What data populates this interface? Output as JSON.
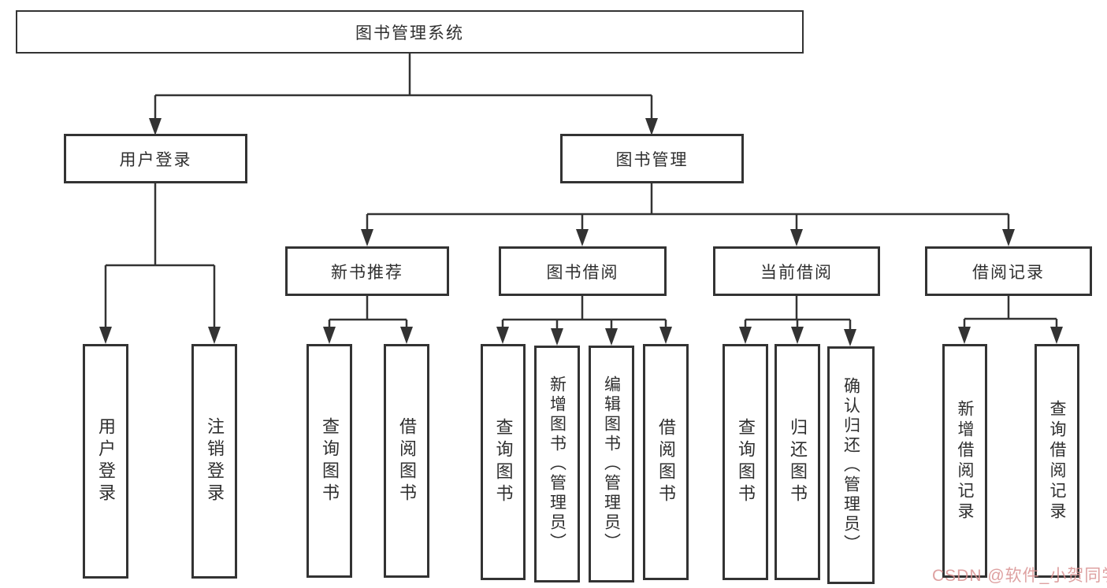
{
  "tree": {
    "root_label": "图书管理系统",
    "user_login": {
      "label": "用户登录",
      "children": [
        "用户登录",
        "注销登录"
      ]
    },
    "book_management": {
      "label": "图书管理"
    },
    "groups": [
      {
        "label": "新书推荐",
        "children": [
          "查询图书",
          "借阅图书"
        ]
      },
      {
        "label": "图书借阅",
        "children": [
          "查询图书",
          "新增图书（管理员）",
          "编辑图书（管理员）",
          "借阅图书"
        ]
      },
      {
        "label": "当前借阅",
        "children": [
          "查询图书",
          "归还图书",
          "确认归还（管理员）"
        ]
      },
      {
        "label": "借阅记录",
        "children": [
          "新增借阅记录",
          "查询借阅记录"
        ]
      }
    ]
  },
  "watermark": {
    "text": "CSDN @软件_小贺同学",
    "color": "#d89191"
  },
  "colors": {
    "line": "#333333",
    "box_border": "#333333",
    "text": "#2f2f2f",
    "background": "#ffffff"
  }
}
